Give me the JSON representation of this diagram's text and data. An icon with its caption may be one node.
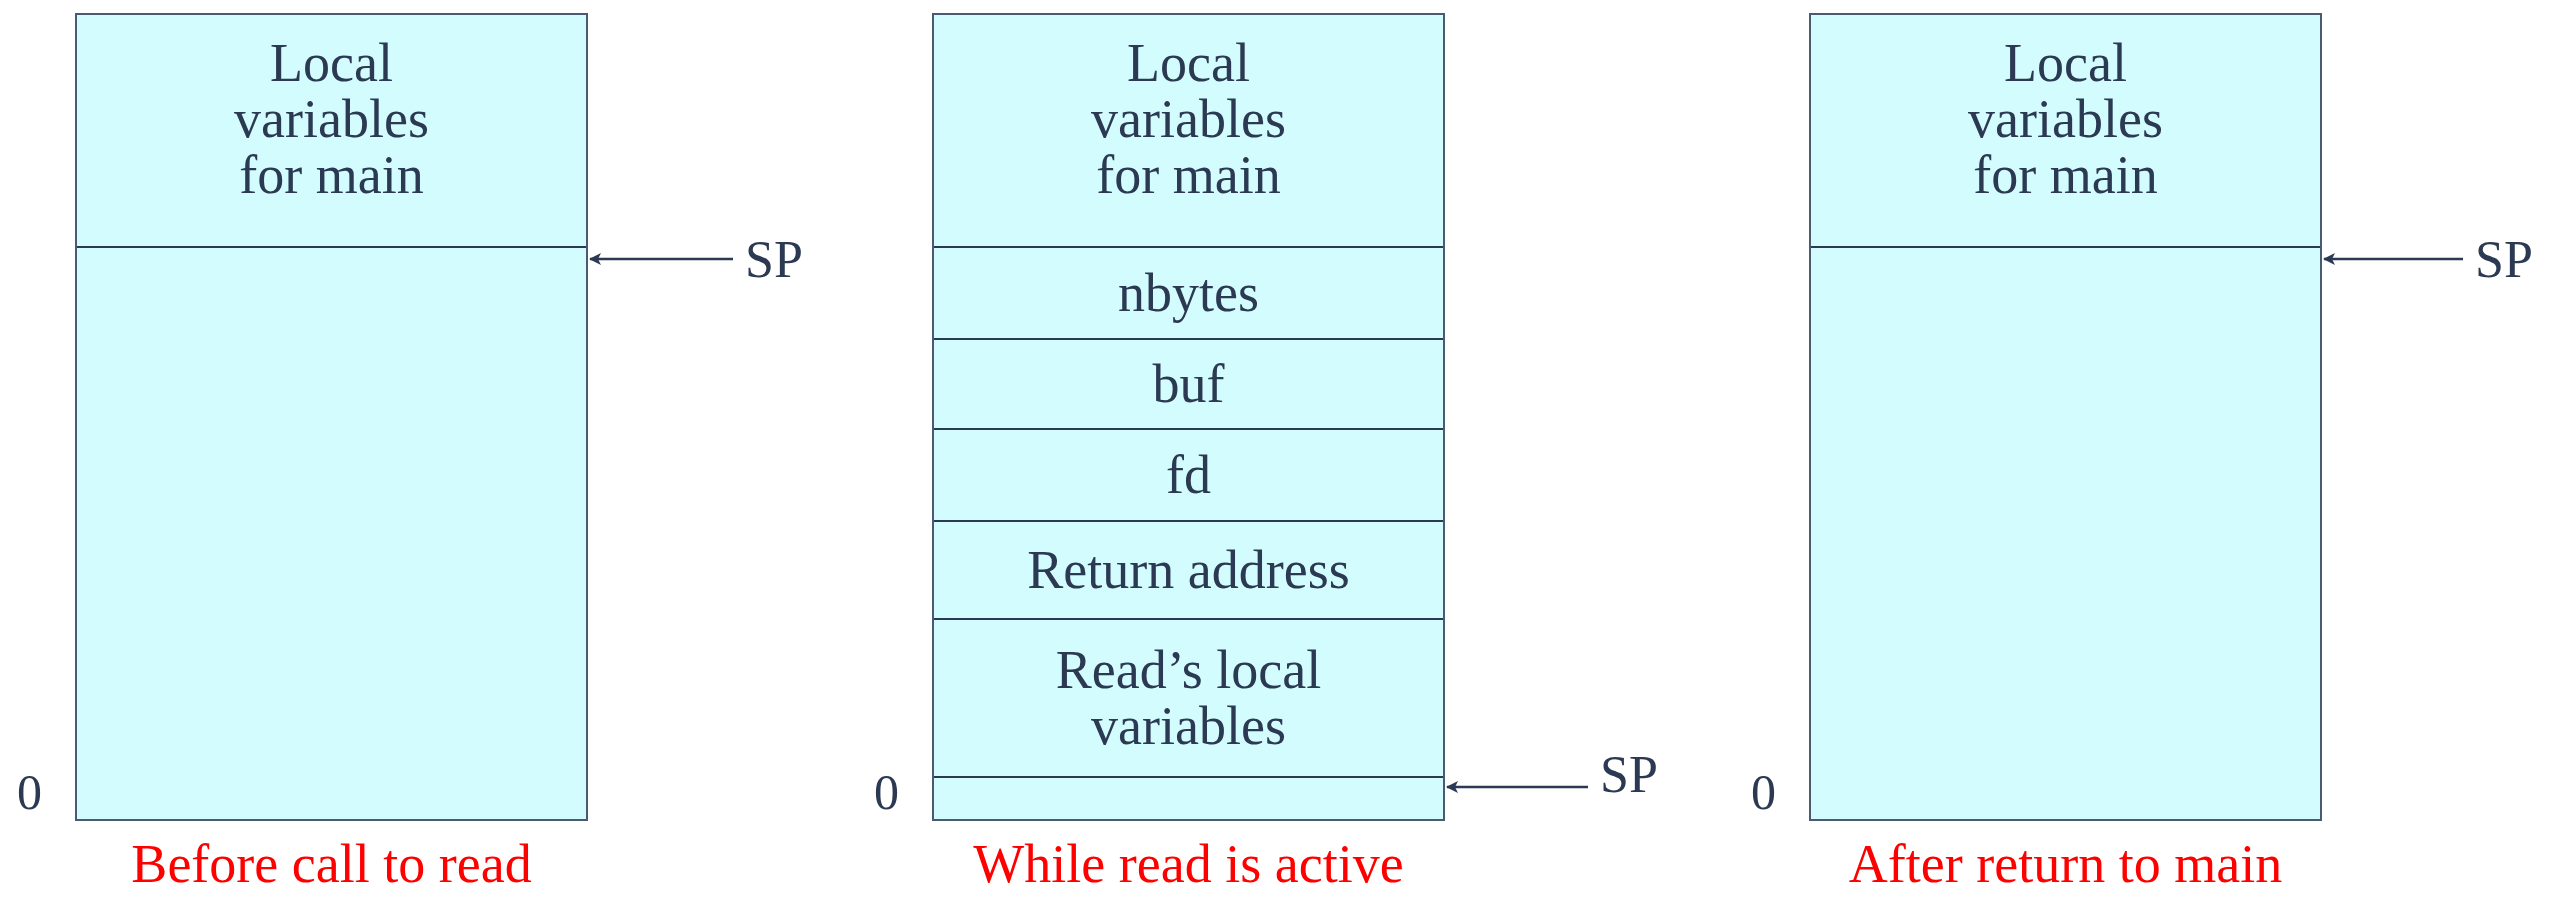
{
  "diagram": {
    "nodes": [
      {
        "text": [],
        "shape": "box",
        "beside": [
          "0",
          "Before call to read"
        ]
      },
      {
        "text": [
          "Local variables for main"
        ],
        "in": 0
      },
      {
        "text": [
          "SP"
        ]
      },
      {
        "text": [],
        "shape": "box",
        "beside": [
          "0",
          "While read is active"
        ]
      },
      {
        "text": [
          "Local variables for main"
        ],
        "in": 3
      },
      {
        "text": [
          "nbytes"
        ],
        "in": 3
      },
      {
        "text": [
          "buf"
        ],
        "in": 3
      },
      {
        "text": [
          "fd"
        ],
        "in": 3
      },
      {
        "text": [
          "Return address"
        ],
        "in": 3
      },
      {
        "text": [
          "Read’s local variables"
        ],
        "in": 3
      },
      {
        "text": [
          "SP"
        ]
      },
      {
        "text": [],
        "shape": "box",
        "beside": [
          "0",
          "After return to main"
        ]
      },
      {
        "text": [
          "Local variables for main"
        ],
        "in": 11
      },
      {
        "text": [
          "SP"
        ]
      }
    ],
    "edges": [
      {
        "from": 2,
        "to": 0,
        "arrow": "to"
      },
      {
        "from": 10,
        "to": 3,
        "arrow": "to"
      },
      {
        "from": 13,
        "to": 11,
        "arrow": "to"
      }
    ]
  }
}
